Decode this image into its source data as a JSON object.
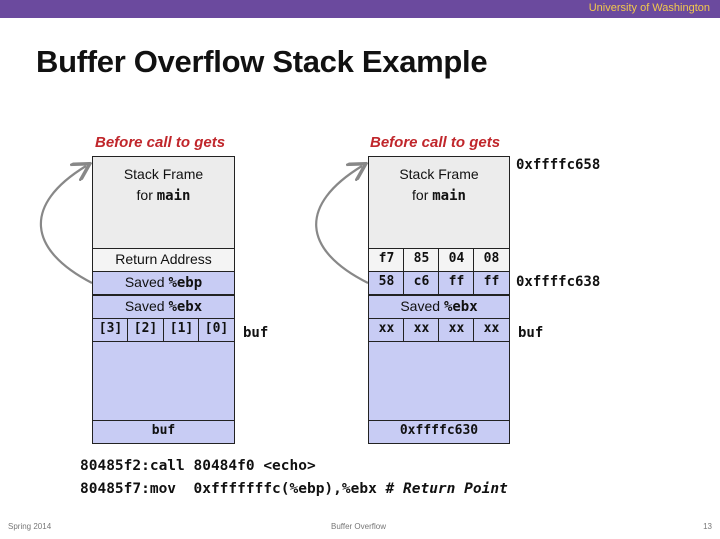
{
  "header": {
    "institution": "University of Washington"
  },
  "slide": {
    "title": "Buffer Overflow Stack Example"
  },
  "left": {
    "caption": "Before call to gets",
    "frame_line1": "Stack Frame",
    "frame_line2_prefix": "for ",
    "frame_line2_code": "main",
    "return_address": "Return Address",
    "saved_ebp_prefix": "Saved ",
    "saved_ebp_code": "%ebp",
    "saved_ebx_prefix": "Saved ",
    "saved_ebx_code": "%ebx",
    "buf_cells": [
      "[3]",
      "[2]",
      "[1]",
      "[0]"
    ],
    "buf_label": "buf",
    "bottom_label": "buf"
  },
  "right": {
    "caption": "Before call to gets",
    "frame_line1": "Stack Frame",
    "frame_line2_prefix": "for ",
    "frame_line2_code": "main",
    "return_bytes": [
      "f7",
      "85",
      "04",
      "08"
    ],
    "ebp_bytes": [
      "58",
      "c6",
      "ff",
      "ff"
    ],
    "saved_ebx_prefix": "Saved ",
    "saved_ebx_code": "%ebx",
    "buf_cells": [
      "xx",
      "xx",
      "xx",
      "xx"
    ],
    "buf_label": "buf",
    "bottom_label": "0xffffc630",
    "addr_top": "0xffffc658",
    "addr_ebp": "0xffffc638"
  },
  "code": {
    "line1": "80485f2:call 80484f0 <echo>",
    "line2_main": "80485f7:mov  0xfffffffc(%ebp),%ebx # ",
    "line2_comment": "Return Point"
  },
  "footer": {
    "left": "Spring 2014",
    "center": "Buffer Overflow",
    "right": "13"
  }
}
